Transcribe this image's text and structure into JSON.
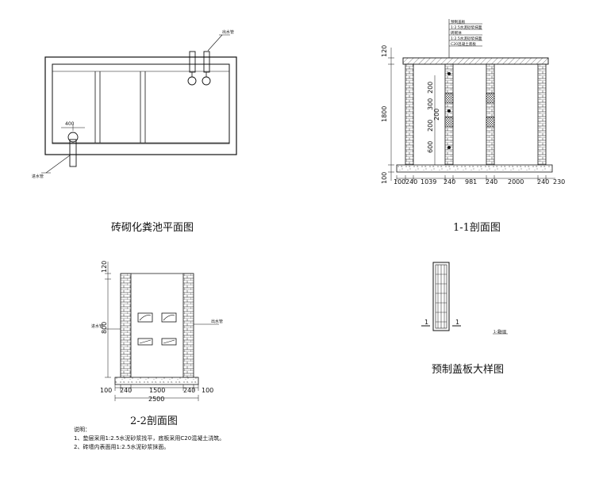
{
  "titles": {
    "plan": "砖砌化粪池平面图",
    "section_1_1": "1-1剖面图",
    "section_2_2": "2-2剖面图",
    "cover_detail": "预制盖板大样图"
  },
  "plan": {
    "pipe_size": "400",
    "outlet_label": "出水管",
    "inlet_label": "进水管"
  },
  "section_1_1": {
    "top_note_lines": [
      "预制盖板",
      "1:2.5水泥砂浆抹面",
      "砖砌体",
      "1:2.5水泥砂浆抹面",
      "C20混凝土底板"
    ],
    "vertical_dims": [
      "120",
      "1800",
      "100"
    ],
    "inner_dims": [
      "200",
      "300",
      "200",
      "200",
      "600"
    ],
    "bottom_dims": [
      "100",
      "240",
      "1039",
      "240",
      "981",
      "240",
      "2000",
      "240",
      "230"
    ]
  },
  "section_2_2": {
    "vertical_dims": [
      "120",
      "800"
    ],
    "left_label": "进水管",
    "right_label": "出水管",
    "bottom_dims": [
      "100",
      "240",
      "1500",
      "240",
      "100"
    ],
    "total_width": "2500"
  },
  "cover": {
    "section_mark": "1",
    "small_label": "1-1剖面"
  },
  "notes": {
    "heading": "说明：",
    "lines": [
      "1、垫层采用1:2.5水泥砂浆找平，底板采用C20混凝土浇筑。",
      "2、砖墙内表面用1:2.5水泥砂浆抹面。"
    ]
  }
}
